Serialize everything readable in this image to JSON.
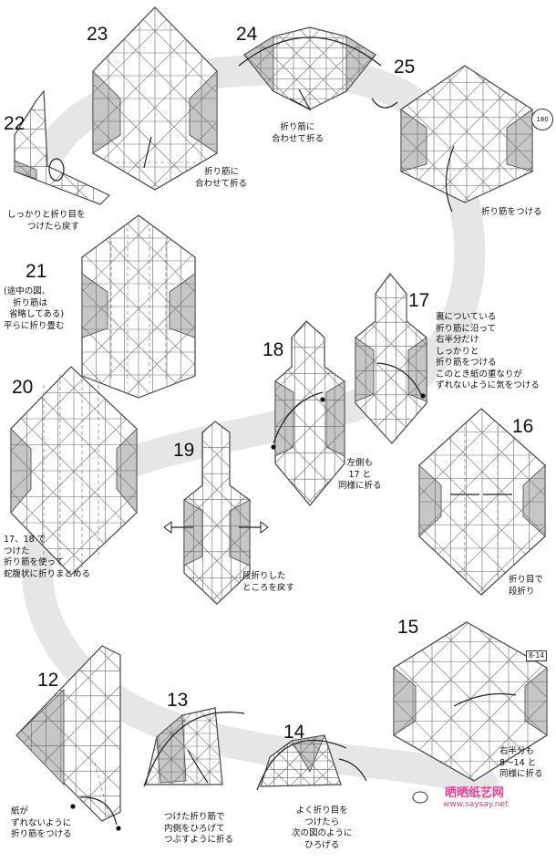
{
  "steps": [
    {
      "num": "22",
      "caption": [
        "しっかりと折り目を",
        "つけたら戻す"
      ]
    },
    {
      "num": "23",
      "caption": [
        "折り筋に",
        "合わせて折る"
      ]
    },
    {
      "num": "24",
      "caption": [
        "折り筋に",
        "合わせて折る"
      ]
    },
    {
      "num": "25",
      "caption": [
        "折り筋をつける"
      ],
      "rotation": "180"
    },
    {
      "num": "21",
      "caption": [
        "(途中の図、",
        "折り筋は",
        "省略してある)",
        "平らに折り畳む"
      ]
    },
    {
      "num": "18",
      "caption": [
        "左側も",
        "17 と",
        "同様に折る"
      ]
    },
    {
      "num": "17",
      "caption": [
        "裏についている",
        "折り筋に沿って",
        "右半分だけ",
        "しっかりと",
        "折り筋をつける",
        "このとき紙の重なりが",
        "ずれないように気をつける"
      ]
    },
    {
      "num": "20",
      "caption": [
        "17、18 で",
        "つけた",
        "折り筋を使って",
        "蛇腹状に折りまとめる"
      ]
    },
    {
      "num": "19",
      "caption": [
        "段折りした",
        "ところを戻す"
      ]
    },
    {
      "num": "16",
      "caption": [
        "折り目で",
        "段折り"
      ]
    },
    {
      "num": "15",
      "caption": [
        "右半分も",
        "8～14 と",
        "同様に折る"
      ],
      "badge": "8-14"
    },
    {
      "num": "12",
      "caption": [
        "紙が",
        "ずれないように",
        "折り筋をつける"
      ]
    },
    {
      "num": "13",
      "caption": [
        "つけた折り筋で",
        "内側をひろげて",
        "つぶすように折る"
      ]
    },
    {
      "num": "14",
      "caption": [
        "よく折り目を",
        "つけたら",
        "次の図のように",
        "ひろげる"
      ]
    }
  ],
  "watermark": {
    "logo": "晒晒纸艺网",
    "url": "www.saysay.net"
  },
  "colors": {
    "paper": "#ffffff",
    "shade": "#c6c6c6",
    "line": "#444444",
    "band": "#e6e6e6",
    "watermark": "#e8459a"
  }
}
